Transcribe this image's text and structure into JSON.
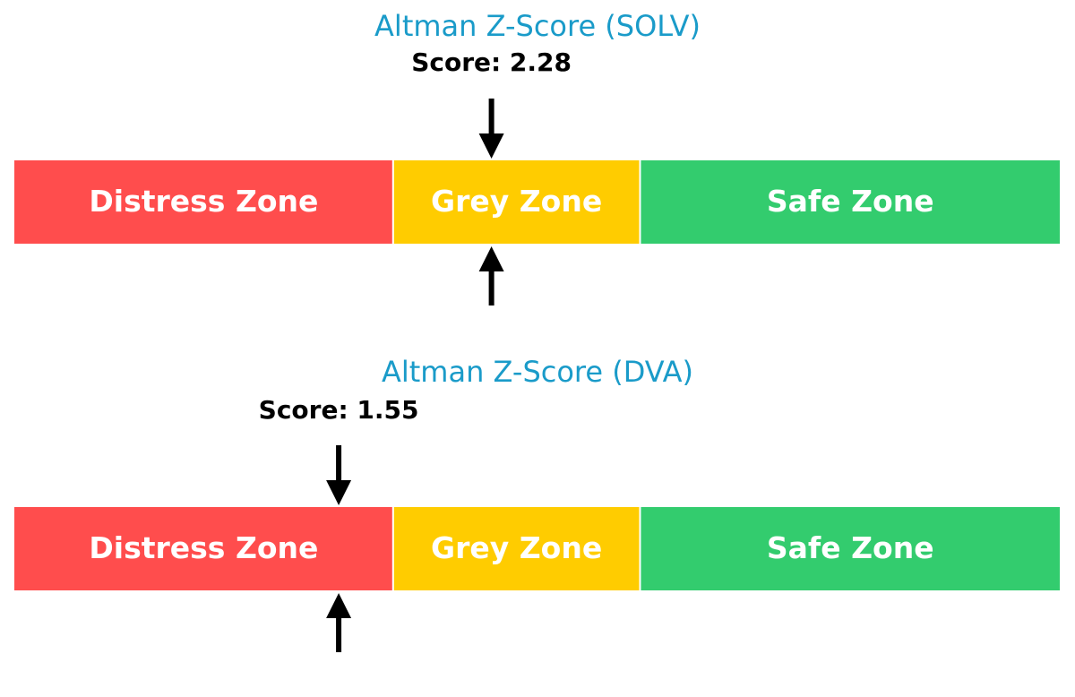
{
  "chart_data": [
    {
      "type": "gauge",
      "title": "Altman Z-Score (SOLV)",
      "score_label": "Score: 2.28",
      "score": 2.28,
      "zones": [
        {
          "name": "Distress Zone",
          "from": 0.0,
          "to": 1.81,
          "color": "#ff4d4d"
        },
        {
          "name": "Grey Zone",
          "from": 1.81,
          "to": 2.99,
          "color": "#ffcc00"
        },
        {
          "name": "Safe Zone",
          "from": 2.99,
          "to": 5.0,
          "color": "#33cc6e"
        }
      ],
      "xlim": [
        0,
        5
      ]
    },
    {
      "type": "gauge",
      "title": "Altman Z-Score (DVA)",
      "score_label": "Score: 1.55",
      "score": 1.55,
      "zones": [
        {
          "name": "Distress Zone",
          "from": 0.0,
          "to": 1.81,
          "color": "#ff4d4d"
        },
        {
          "name": "Grey Zone",
          "from": 1.81,
          "to": 2.99,
          "color": "#ffcc00"
        },
        {
          "name": "Safe Zone",
          "from": 2.99,
          "to": 5.0,
          "color": "#33cc6e"
        }
      ],
      "xlim": [
        0,
        5
      ]
    }
  ]
}
